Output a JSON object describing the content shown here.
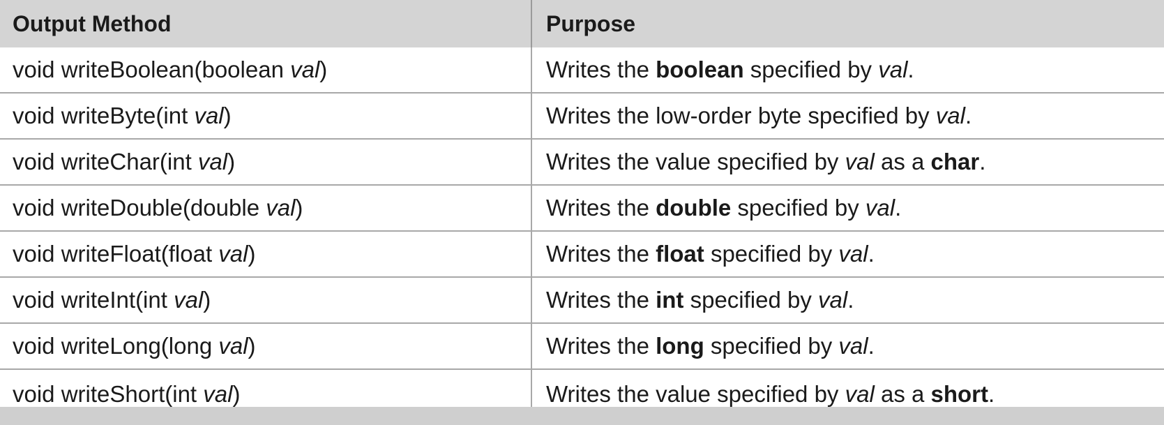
{
  "table": {
    "headers": [
      "Output Method",
      "Purpose"
    ],
    "rows": [
      {
        "method": [
          {
            "t": "void writeBoolean(boolean "
          },
          {
            "t": "val",
            "i": true
          },
          {
            "t": ")"
          }
        ],
        "purpose": [
          {
            "t": "Writes the "
          },
          {
            "t": "boolean",
            "b": true
          },
          {
            "t": " specified by "
          },
          {
            "t": "val",
            "i": true
          },
          {
            "t": "."
          }
        ]
      },
      {
        "method": [
          {
            "t": "void writeByte(int "
          },
          {
            "t": "val",
            "i": true
          },
          {
            "t": ")"
          }
        ],
        "purpose": [
          {
            "t": "Writes the low-order byte specified by "
          },
          {
            "t": "val",
            "i": true
          },
          {
            "t": "."
          }
        ]
      },
      {
        "method": [
          {
            "t": "void writeChar(int "
          },
          {
            "t": "val",
            "i": true
          },
          {
            "t": ")"
          }
        ],
        "purpose": [
          {
            "t": "Writes the value specified by "
          },
          {
            "t": "val",
            "i": true
          },
          {
            "t": " as a "
          },
          {
            "t": "char",
            "b": true
          },
          {
            "t": "."
          }
        ]
      },
      {
        "method": [
          {
            "t": "void writeDouble(double "
          },
          {
            "t": "val",
            "i": true
          },
          {
            "t": ")"
          }
        ],
        "purpose": [
          {
            "t": "Writes the "
          },
          {
            "t": "double",
            "b": true
          },
          {
            "t": " specified by "
          },
          {
            "t": "val",
            "i": true
          },
          {
            "t": "."
          }
        ]
      },
      {
        "method": [
          {
            "t": "void writeFloat(float "
          },
          {
            "t": "val",
            "i": true
          },
          {
            "t": ")"
          }
        ],
        "purpose": [
          {
            "t": "Writes the "
          },
          {
            "t": "float",
            "b": true
          },
          {
            "t": " specified by "
          },
          {
            "t": "val",
            "i": true
          },
          {
            "t": "."
          }
        ]
      },
      {
        "method": [
          {
            "t": "void writeInt(int "
          },
          {
            "t": "val",
            "i": true
          },
          {
            "t": ")"
          }
        ],
        "purpose": [
          {
            "t": "Writes the "
          },
          {
            "t": "int",
            "b": true
          },
          {
            "t": " specified by "
          },
          {
            "t": "val",
            "i": true
          },
          {
            "t": "."
          }
        ]
      },
      {
        "method": [
          {
            "t": "void writeLong(long "
          },
          {
            "t": "val",
            "i": true
          },
          {
            "t": ")"
          }
        ],
        "purpose": [
          {
            "t": "Writes the "
          },
          {
            "t": "long",
            "b": true
          },
          {
            "t": " specified by "
          },
          {
            "t": "val",
            "i": true
          },
          {
            "t": "."
          }
        ]
      },
      {
        "method": [
          {
            "t": "void writeShort(int "
          },
          {
            "t": "val",
            "i": true
          },
          {
            "t": ")"
          }
        ],
        "purpose": [
          {
            "t": "Writes the value specified by "
          },
          {
            "t": "val",
            "i": true
          },
          {
            "t": " as a "
          },
          {
            "t": "short",
            "b": true
          },
          {
            "t": "."
          }
        ]
      }
    ]
  }
}
